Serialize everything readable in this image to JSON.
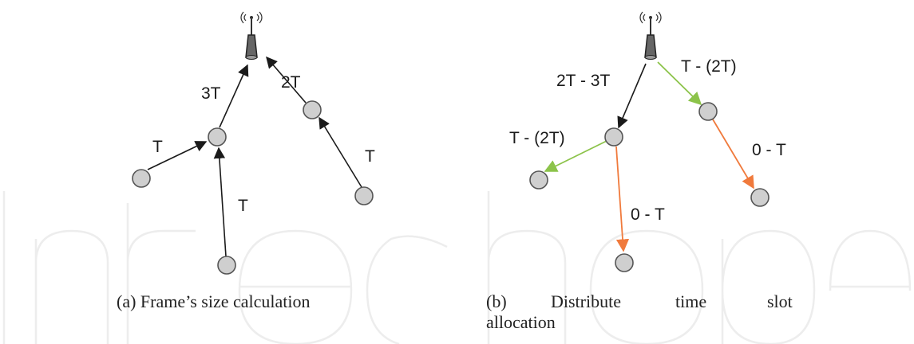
{
  "colors": {
    "black": "#1a1a1a",
    "green": "#8cc34a",
    "orange": "#f07a3c",
    "node_fill": "#cfcfcf"
  },
  "panel_a": {
    "caption": "(a)  Frame’s size calculation",
    "edge_labels": {
      "left_to_root": "3T",
      "right_to_root": "2T",
      "leaf_left": "T",
      "leaf_bottom": "T",
      "leaf_right": "T"
    }
  },
  "panel_b": {
    "caption_line1_parts": [
      "(b)",
      "Distribute",
      "time",
      "slot"
    ],
    "caption_line2": "allocation",
    "edge_labels": {
      "root_to_left": "2T -  3T",
      "root_to_right": "T - (2T)",
      "left_to_leaf_left": "T - (2T)",
      "left_to_leaf_bottom": "0 - T",
      "right_to_leaf": "0 - T"
    }
  }
}
